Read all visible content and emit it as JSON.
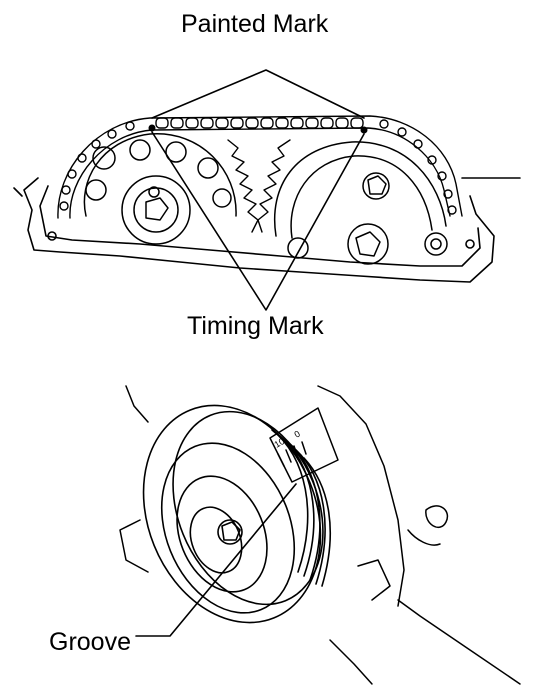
{
  "labels": {
    "painted_mark": "Painted Mark",
    "timing_mark": "Timing Mark",
    "groove": "Groove"
  },
  "scale_marks": {
    "ten": "10",
    "zero": "0"
  },
  "colors": {
    "ink": "#000000",
    "paper": "#ffffff"
  }
}
